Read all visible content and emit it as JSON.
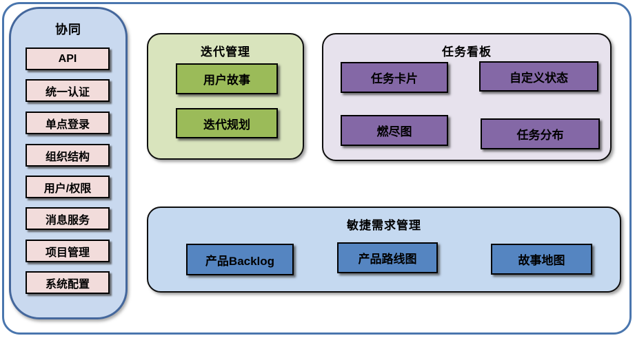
{
  "diagram": {
    "type": "feature-map",
    "frame": {
      "border_color": "#4a76ae",
      "background": "#ffffff"
    }
  },
  "sidebar": {
    "title": "协同",
    "fill": "#c9d9ef",
    "border_color": "#44679c",
    "item_fill": "#f2dcdb",
    "items": [
      "API",
      "统一认证",
      "单点登录",
      "组织结构",
      "用户/权限",
      "消息服务",
      "项目管理",
      "系统配置"
    ]
  },
  "groups": {
    "iteration": {
      "title": "迭代管理",
      "fill": "#d9e4bd",
      "item_fill": "#9bbb59",
      "items": [
        "用户故事",
        "迭代规划"
      ]
    },
    "taskboard": {
      "title": "任务看板",
      "fill": "#e7e2ed",
      "item_fill": "#8468a6",
      "items": [
        "任务卡片",
        "自定义状态",
        "燃尽图",
        "任务分布"
      ]
    },
    "requirements": {
      "title": "敏捷需求管理",
      "fill": "#c5d9f0",
      "item_fill": "#5585c1",
      "items": [
        "产品Backlog",
        "产品路线图",
        "故事地图"
      ]
    }
  }
}
